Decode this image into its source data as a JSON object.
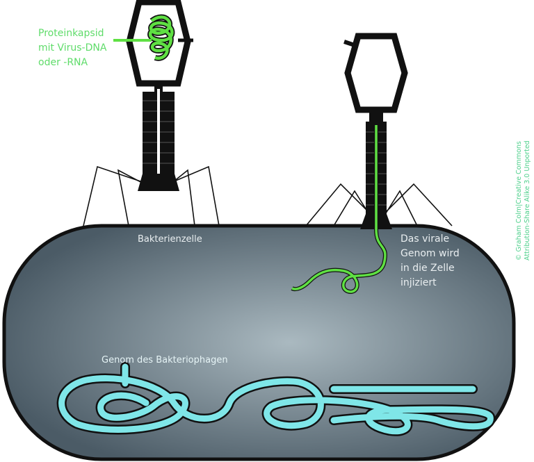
{
  "labels": {
    "capsid": [
      "Proteinkapsid",
      "mit Virus-DNA",
      "oder -RNA"
    ],
    "cell": "Bakterienzelle",
    "injection": [
      "Das virale",
      "Genom wird",
      "in die Zelle",
      "injiziert"
    ],
    "bacterial_genome": "Genom des Bakteriophagen"
  },
  "credit": [
    "© Graham Colm|Creative Commons",
    "Attribution-Share Alike 3.0 Unported"
  ],
  "colors": {
    "viral_dna": "#5fe043",
    "bacterial_dna": "#7fe6e8",
    "outline": "#111111",
    "cell_center": "#a9b8bf",
    "cell_edge": "#4b5b66"
  }
}
